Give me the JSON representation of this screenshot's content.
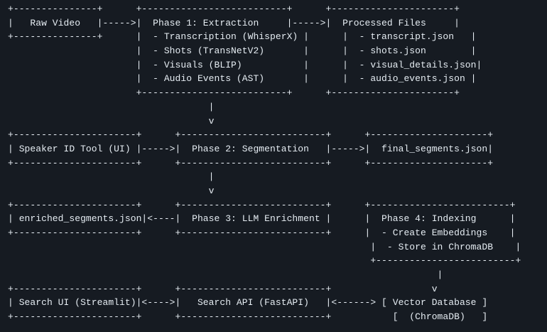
{
  "diagram": {
    "lines": [
      "+---------------+      +--------------------------+      +----------------------+",
      "|   Raw Video   |----->|  Phase 1: Extraction     |----->|  Processed Files     |",
      "+---------------+      |  - Transcription (WhisperX) |      |  - transcript.json   |",
      "                       |  - Shots (TransNetV2)       |      |  - shots.json        |",
      "                       |  - Visuals (BLIP)           |      |  - visual_details.json|",
      "                       |  - Audio Events (AST)       |      |  - audio_events.json |",
      "                       +--------------------------+      +----------------------+",
      "                                    |",
      "                                    v",
      "+----------------------+      +--------------------------+      +---------------------+",
      "| Speaker ID Tool (UI) |----->|  Phase 2: Segmentation   |----->|  final_segments.json|",
      "+----------------------+      +--------------------------+      +---------------------+",
      "                                    |",
      "                                    v",
      "+----------------------+      +--------------------------+      +-------------------------+",
      "| enriched_segments.json|<----|  Phase 3: LLM Enrichment |      |  Phase 4: Indexing      |",
      "+----------------------+      +--------------------------+      |  - Create Embeddings    |",
      "                                                                 |  - Store in ChromaDB    |",
      "                                                                 +-------------------------+",
      "                                                                             |",
      "+----------------------+      +--------------------------+                  v",
      "| Search UI (Streamlit)|<---->|   Search API (FastAPI)   |<------> [ Vector Database ]",
      "+----------------------+      +--------------------------+           [  (ChromaDB)   ]"
    ]
  }
}
